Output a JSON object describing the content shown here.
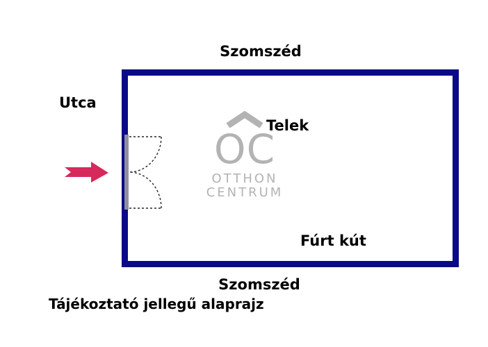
{
  "diagram": {
    "top_label": "Szomszéd",
    "bottom_label": "Szomszéd",
    "left_label": "Utca",
    "plot_label": "Telek",
    "well_label": "Fúrt kút",
    "disclaimer": "Tájékoztató jellegű alaprajz"
  },
  "watermark": {
    "logo_text": "OC",
    "line1": "OTTHON",
    "line2": "CENTRUM"
  },
  "icons": {
    "arrow": "entrance-arrow-icon",
    "gate": "gate-swing-symbol",
    "roof": "roof-caret-icon"
  },
  "colors": {
    "wall": "#0a0a87",
    "arrow": "#d62a5c",
    "watermark_gray": "#b3b3b3",
    "gate_gray": "#8e8da0"
  }
}
